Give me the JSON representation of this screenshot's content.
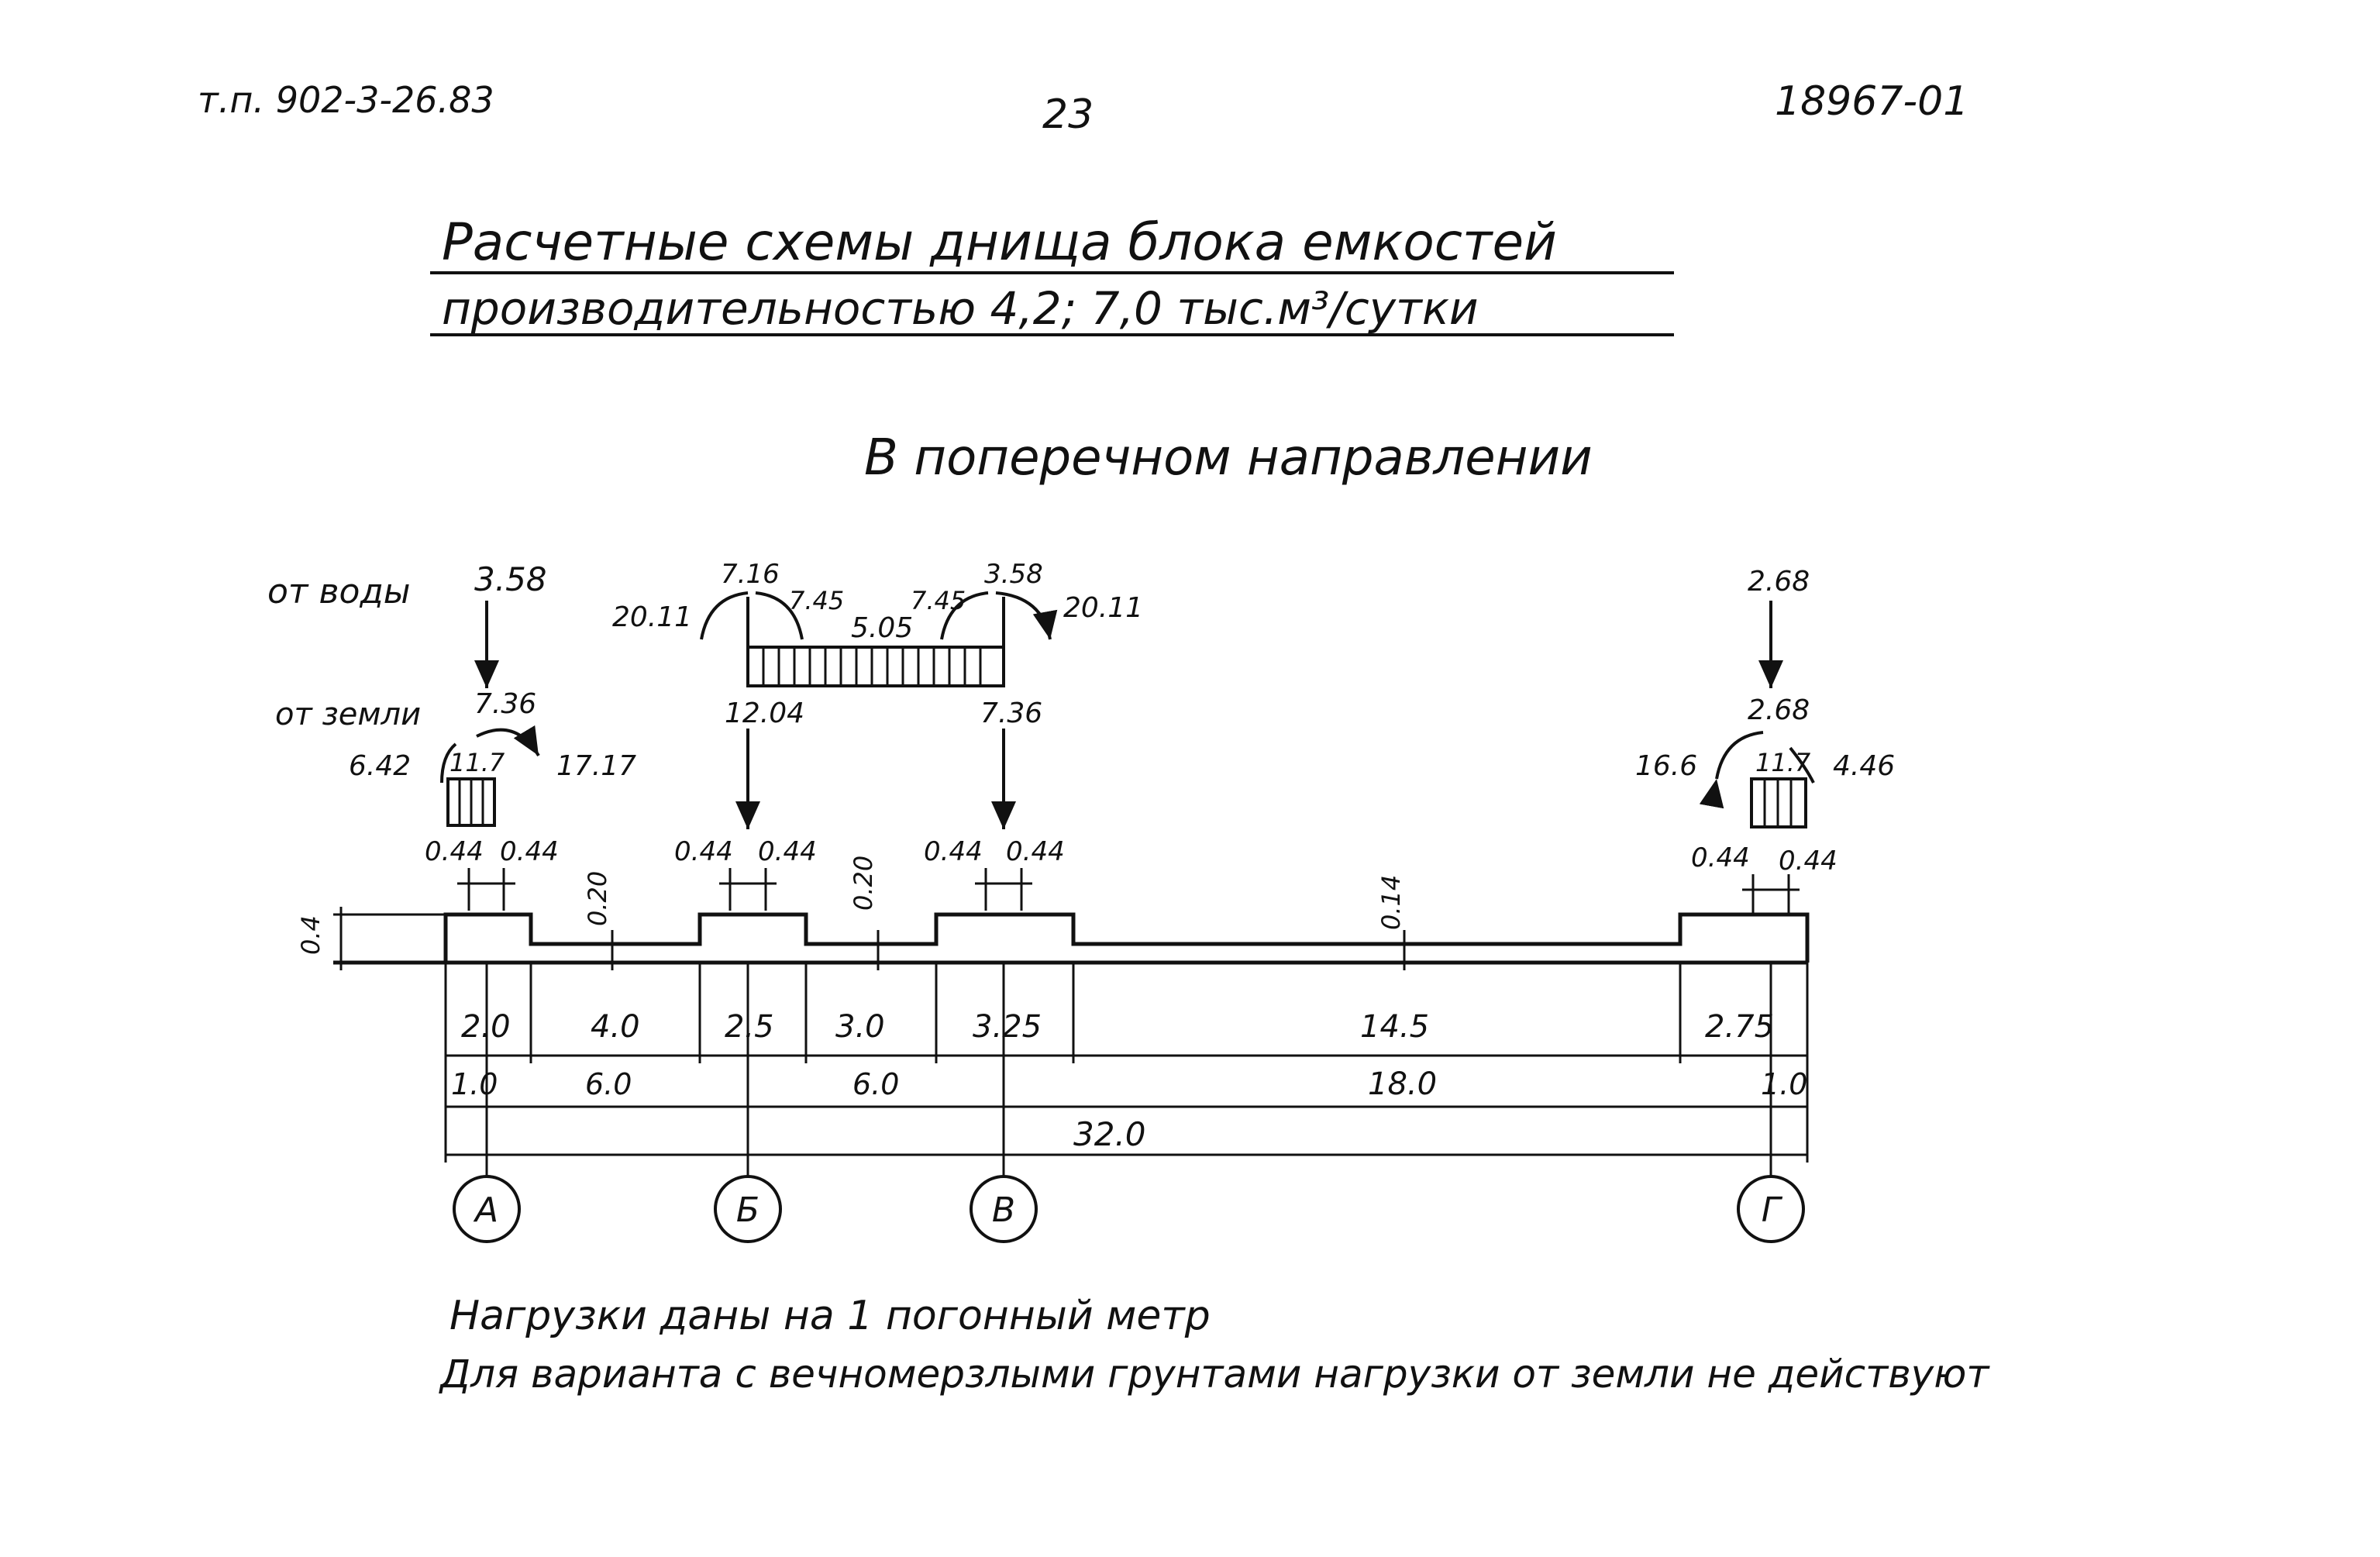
{
  "header": {
    "doc_code": "т.п. 902-3-26.83",
    "page_number": "23",
    "album_code": "18967-01"
  },
  "title": {
    "line1": "Расчетные схемы днища блока емкостей",
    "line2": "производительностью 4,2; 7,0 тыс.м³/сутки"
  },
  "subtitle": "В поперечном направлении",
  "loads": {
    "water_label": "от воды",
    "earth_label": "от земли",
    "a_water": "3.58",
    "a_earth": "7.36",
    "a_m_left": "6.42",
    "a_intensity": "11.7",
    "a_m_right": "17.17",
    "b_m_left": "20.11",
    "b_top": "7.16",
    "b_inner": "7.45",
    "span_q": "5.05",
    "v_inner": "7.45",
    "v_top": "3.58",
    "v_m_right": "20.11",
    "b_point": "12.04",
    "v_point": "7.36",
    "g_water": "2.68",
    "g_earth": "2.68",
    "g_m_left": "16.6",
    "g_intensity": "11.7",
    "g_m_right": "4.46"
  },
  "ticks": {
    "a_left": "0.44",
    "a_right": "0.44",
    "b_left": "0.44",
    "b_right": "0.44",
    "v_left": "0.44",
    "v_right": "0.44",
    "g_left": "0.44",
    "g_right": "0.44"
  },
  "thickness": {
    "slab": "0.4",
    "t1": "0.20",
    "t2": "0.20",
    "t3": "0.14"
  },
  "dims": {
    "row1": [
      "2.0",
      "4.0",
      "2.5",
      "3.0",
      "3.25",
      "14.5",
      "2.75"
    ],
    "row2": [
      "1.0",
      "6.0",
      "6.0",
      "18.0",
      "1.0"
    ],
    "total": "32.0"
  },
  "axes": [
    "А",
    "Б",
    "В",
    "Г"
  ],
  "notes": {
    "line1": "Нагрузки даны на 1 погонный метр",
    "line2": "Для варианта с вечномерзлыми грунтами нагрузки от земли не действуют"
  }
}
